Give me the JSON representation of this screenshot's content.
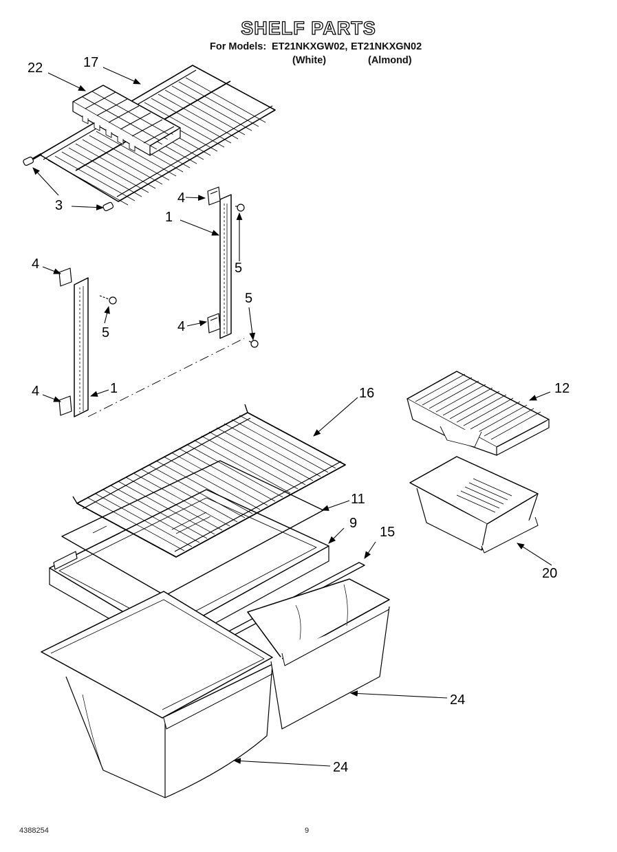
{
  "header": {
    "title": "SHELF PARTS",
    "models_prefix": "For Models:",
    "model_white": "ET21NKXGW02,",
    "model_almond": "ET21NKXGN02",
    "white_label": "(White)",
    "almond_label": "(Almond)"
  },
  "callouts": {
    "c22": "22",
    "c17": "17",
    "c3": "3",
    "c4a": "4",
    "c1a": "1",
    "c5a": "5",
    "c4b": "4",
    "c5b": "5",
    "c4c": "4",
    "c5c": "5",
    "c4d": "4",
    "c1b": "1",
    "c16": "16",
    "c12": "12",
    "c11": "11",
    "c9": "9",
    "c15": "15",
    "c20": "20",
    "c24a": "24",
    "c24b": "24"
  },
  "footer": {
    "part_number": "4388254",
    "page_number": "9"
  }
}
